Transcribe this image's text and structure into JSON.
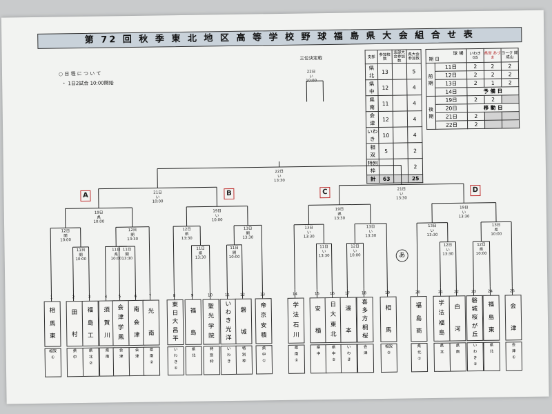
{
  "title": "第 72 回 秋 季 東 北 地 区 高 等 学 校 野 球 福 島 県 大 会 組 合 せ 表",
  "schedule_note": {
    "heading": "○ 日 程 に つ い て",
    "item": "・ 1日2試合 10:00開始"
  },
  "third_place": {
    "title": "三位決定戦",
    "date": "22日",
    "venue": "い",
    "time": "10:00"
  },
  "participants_table": {
    "headers": [
      "支部",
      "参加校数",
      "支部大会参加数",
      "県大会参加数"
    ],
    "rows": [
      [
        "県 北",
        "13",
        "5"
      ],
      [
        "県 中",
        "12",
        "4"
      ],
      [
        "県 南",
        "11",
        "4"
      ],
      [
        "会 津",
        "12",
        "4"
      ],
      [
        "いわき",
        "10",
        "4"
      ],
      [
        "相 双",
        "5",
        "2"
      ],
      [
        "特別枠",
        "",
        "2"
      ]
    ],
    "total": [
      "計",
      "63",
      "25"
    ]
  },
  "venue_table": {
    "header_field": "球 場",
    "header_date": "期 日",
    "venues": [
      "いわき GS",
      "県営 あづま",
      "ヨーク 開成山"
    ],
    "period1": "前 期",
    "period2": "後 期",
    "rows": [
      [
        "11日",
        "2",
        "2",
        "2"
      ],
      [
        "12日",
        "2",
        "2",
        "2"
      ],
      [
        "13日",
        "2",
        "1",
        "2"
      ]
    ],
    "d14": "14日",
    "yobi": "予 備 日",
    "r19": [
      "19日",
      "2",
      "2"
    ],
    "d20": "20日",
    "ido": "移 動 日",
    "r21": [
      "21日",
      "2"
    ],
    "r22": [
      "22日",
      "2"
    ]
  },
  "blocks": [
    "A",
    "B",
    "C",
    "D"
  ],
  "final": {
    "date": "22日",
    "venue": "い",
    "time": "13:30"
  },
  "semis": [
    {
      "date": "21日",
      "venue": "い",
      "time": "10:00"
    },
    {
      "date": "21日",
      "venue": "い",
      "time": "13:30"
    }
  ],
  "quarters": [
    {
      "date": "19日",
      "venue": "県",
      "time": "10:00",
      "red": true
    },
    {
      "date": "19日",
      "venue": "い",
      "time": "10:00",
      "red": false
    },
    {
      "date": "19日",
      "venue": "県",
      "time": "13:30",
      "red": true
    },
    {
      "date": "19日",
      "venue": "い",
      "time": "13:30",
      "red": false
    }
  ],
  "round2": [
    {
      "date": "12日",
      "venue": "開",
      "time": "10:00",
      "red": false
    },
    {
      "date": "12日",
      "venue": "開",
      "time": "13:30",
      "red": false
    },
    {
      "date": "12日",
      "venue": "県",
      "time": "13:30",
      "red": true
    },
    {
      "date": "13日",
      "venue": "開",
      "time": "13:30",
      "red": false
    },
    {
      "date": "13日",
      "venue": "い",
      "time": "13:30",
      "red": false
    },
    {
      "date": "13日",
      "venue": "い",
      "time": "13:30",
      "red": false
    },
    {
      "date": "13日",
      "venue": "い",
      "time": "13:30",
      "red": false
    },
    {
      "date": "13日",
      "venue": "県",
      "time": "10:00",
      "red": true
    }
  ],
  "round1": [
    {
      "date": "11日",
      "venue": "開",
      "time": "10:00",
      "red": false
    },
    {
      "date": "11日",
      "venue": "開",
      "time": "13:30",
      "red": false
    },
    {
      "date": "11日",
      "venue": "県",
      "time": "10:00",
      "red": true
    },
    {
      "date": "11日",
      "venue": "県",
      "time": "13:30",
      "red": true
    },
    {
      "date": "11日",
      "venue": "開",
      "time": "10:00",
      "red": false
    },
    {
      "date": "11日",
      "venue": "い",
      "time": "13:30",
      "red": false
    },
    {
      "date": "12日",
      "venue": "い",
      "time": "10:00",
      "red": false
    },
    {
      "date": "12日",
      "venue": "い",
      "time": "13:30",
      "red": false
    },
    {
      "date": "12日",
      "venue": "県",
      "time": "10:00",
      "red": true
    }
  ],
  "circle_mark": "あ",
  "teams": [
    {
      "seed": "1",
      "name": [
        "相",
        "馬",
        "東"
      ],
      "branch": [
        "相双",
        "①"
      ]
    },
    {
      "seed": "2",
      "name": [
        "田",
        "",
        "村"
      ],
      "branch": [
        "県",
        "中"
      ]
    },
    {
      "seed": "3",
      "name": [
        "福",
        "島",
        "工"
      ],
      "branch": [
        "県",
        "北",
        "②"
      ]
    },
    {
      "seed": "4",
      "name": [
        "須",
        "賀",
        "川"
      ],
      "branch": [
        "県",
        "南"
      ]
    },
    {
      "seed": "5",
      "name": [
        "会",
        "津",
        "学",
        "鳳"
      ],
      "branch": [
        "会",
        "津"
      ]
    },
    {
      "seed": "6",
      "name": [
        "南",
        "会",
        "津"
      ],
      "branch": [
        "会",
        "津"
      ]
    },
    {
      "seed": "7",
      "name": [
        "光",
        "",
        "南"
      ],
      "branch": [
        "県",
        "南",
        "②"
      ]
    },
    {
      "seed": "8",
      "name": [
        "東",
        "日",
        "大",
        "昌",
        "平"
      ],
      "branch": [
        "い",
        "わ",
        "き",
        "①"
      ]
    },
    {
      "seed": "9",
      "name": [
        "福",
        "",
        "島"
      ],
      "branch": [
        "県",
        "北"
      ]
    },
    {
      "seed": "10",
      "name": [
        "聖",
        "光",
        "学",
        "院"
      ],
      "branch": [
        "特",
        "別",
        "枠"
      ]
    },
    {
      "seed": "11",
      "name": [
        "い",
        "わ",
        "き",
        "光",
        "洋"
      ],
      "branch": [
        "い",
        "わ",
        "き"
      ]
    },
    {
      "seed": "12",
      "name": [
        "磐",
        "",
        "城"
      ],
      "branch": [
        "特",
        "別",
        "枠"
      ]
    },
    {
      "seed": "13",
      "name": [
        "帝",
        "京",
        "安",
        "積"
      ],
      "branch": [
        "県",
        "中",
        "①"
      ]
    },
    {
      "seed": "14",
      "name": [
        "学",
        "法",
        "石",
        "川"
      ],
      "branch": [
        "県",
        "南",
        "①"
      ]
    },
    {
      "seed": "15",
      "name": [
        "安",
        "",
        "積"
      ],
      "branch": [
        "県",
        "中"
      ]
    },
    {
      "seed": "16",
      "name": [
        "日",
        "大",
        "東",
        "北"
      ],
      "branch": [
        "県",
        "中",
        "②"
      ]
    },
    {
      "seed": "17",
      "name": [
        "湯",
        "",
        "本"
      ],
      "branch": [
        "い",
        "わ",
        "き"
      ]
    },
    {
      "seed": "18",
      "name": [
        "喜",
        "多",
        "方",
        "桐",
        "桜"
      ],
      "branch": [
        "会",
        "津"
      ]
    },
    {
      "seed": "19",
      "name": [
        "相",
        "",
        "馬"
      ],
      "branch": [
        "相双",
        "②"
      ]
    },
    {
      "seed": "20",
      "name": [
        "福",
        "島",
        "商"
      ],
      "branch": [
        "県",
        "北",
        "①"
      ]
    },
    {
      "seed": "21",
      "name": [
        "学",
        "法",
        "福",
        "島"
      ],
      "branch": [
        "県",
        "北"
      ]
    },
    {
      "seed": "22",
      "name": [
        "白",
        "",
        "河"
      ],
      "branch": [
        "県",
        "南"
      ]
    },
    {
      "seed": "23",
      "name": [
        "磐",
        "城",
        "桜",
        "が",
        "丘"
      ],
      "branch": [
        "い",
        "わ",
        "き",
        "②"
      ]
    },
    {
      "seed": "24",
      "name": [
        "福",
        "島",
        "東"
      ],
      "branch": [
        "県",
        "北"
      ]
    },
    {
      "seed": "25",
      "name": [
        "会",
        "",
        "津"
      ],
      "branch": [
        "会",
        "津",
        "①"
      ]
    }
  ]
}
